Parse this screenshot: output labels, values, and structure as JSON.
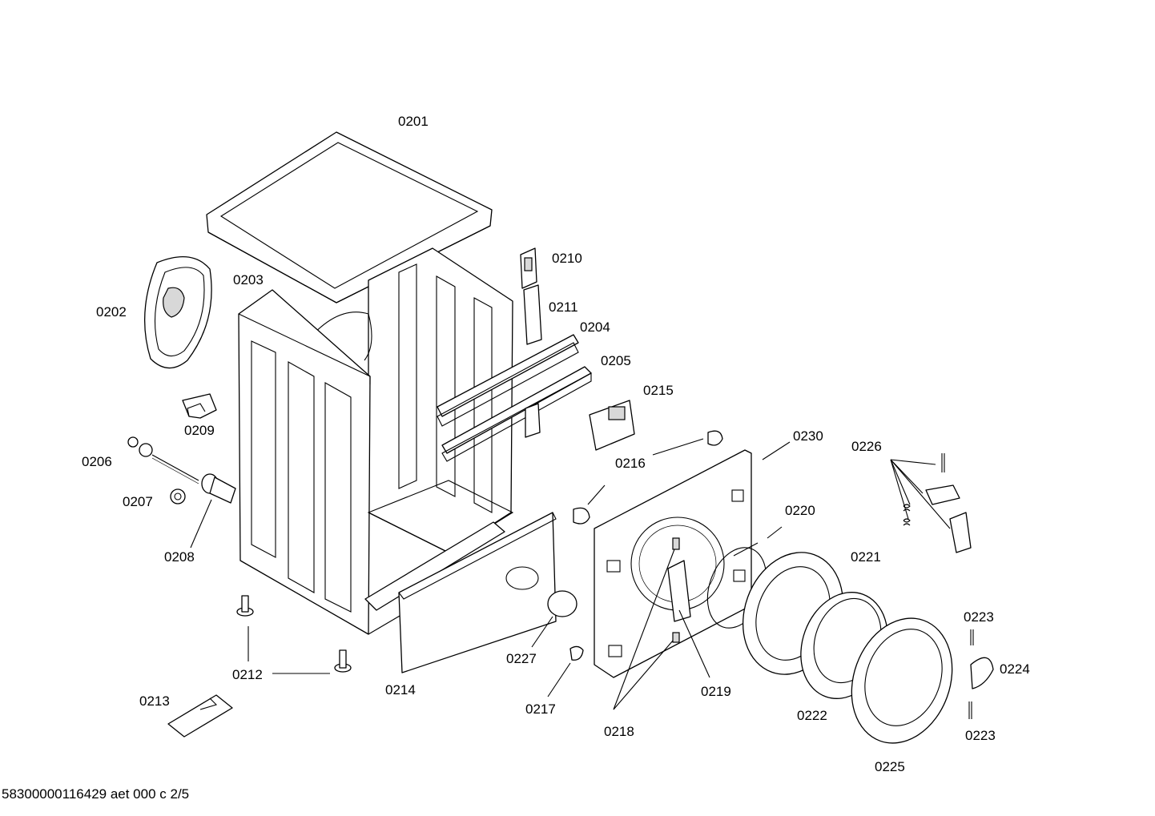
{
  "footer_text": "58300000116429 aet 000 c 2/5",
  "labels": {
    "p0201": "0201",
    "p0202": "0202",
    "p0203": "0203",
    "p0204": "0204",
    "p0205": "0205",
    "p0206": "0206",
    "p0207": "0207",
    "p0208": "0208",
    "p0209": "0209",
    "p0210": "0210",
    "p0211": "0211",
    "p0212": "0212",
    "p0213": "0213",
    "p0214": "0214",
    "p0215": "0215",
    "p0216": "0216",
    "p0217": "0217",
    "p0218": "0218",
    "p0219": "0219",
    "p0220": "0220",
    "p0221": "0221",
    "p0222": "0222",
    "p0223a": "0223",
    "p0223b": "0223",
    "p0224": "0224",
    "p0225": "0225",
    "p0226": "0226",
    "p0227": "0227",
    "p0230": "0230"
  }
}
